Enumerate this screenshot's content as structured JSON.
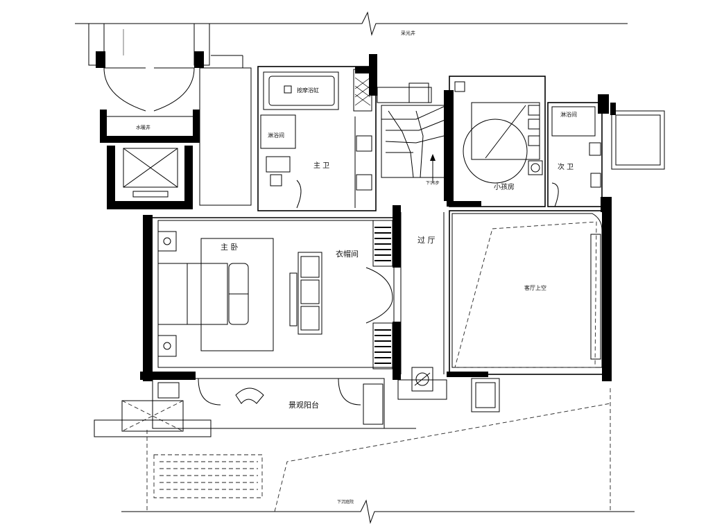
{
  "labels": {
    "skylight_well": "采光井",
    "water_heater_well": "水暖井",
    "massage_tub": "按摩浴缸",
    "master_shower": "淋浴间",
    "master_bath": "主 卫",
    "stairs_down": "下16步",
    "kids_room": "小孩房",
    "second_shower": "淋浴间",
    "second_bath": "次 卫",
    "master_bedroom": "主 卧",
    "closet": "衣帽间",
    "corridor": "过 厅",
    "living_void": "客厅上空",
    "balcony": "景观阳台",
    "sunken_courtyard": "下沉庭院"
  }
}
